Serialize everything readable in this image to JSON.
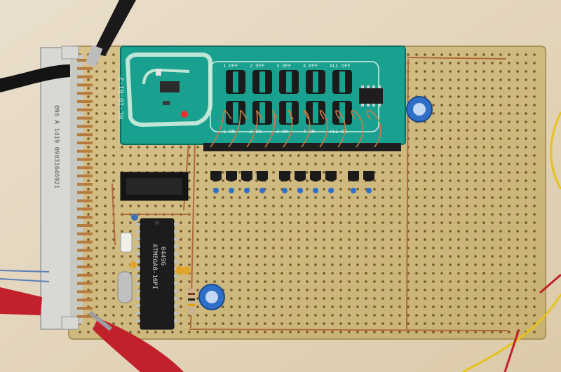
{
  "photo": {
    "module_pcb_text": "RC-10-01-2",
    "button_labels": [
      {
        "text": "1 OFF"
      },
      {
        "text": "2 OFF"
      },
      {
        "text": "3 OFF"
      },
      {
        "text": "4 OFF"
      },
      {
        "text": "ALL OFF"
      },
      {
        "text": "1 ON"
      },
      {
        "text": "2 ON"
      },
      {
        "text": "3 ON"
      },
      {
        "text": "4 ON"
      },
      {
        "text": "ALL ON"
      }
    ],
    "chip": {
      "line1": "0449G",
      "line2": "ATMEGA8-16PI"
    },
    "connector_text": "096 A 1419 09031646921",
    "colors": {
      "desk": "#e7d9c6",
      "perfboard": "#d2bd83",
      "module_pcb": "#1aa08e",
      "chip": "#1c1c1c",
      "clip_red": "#c0212b",
      "wire_copper": "#b06a3a"
    }
  }
}
